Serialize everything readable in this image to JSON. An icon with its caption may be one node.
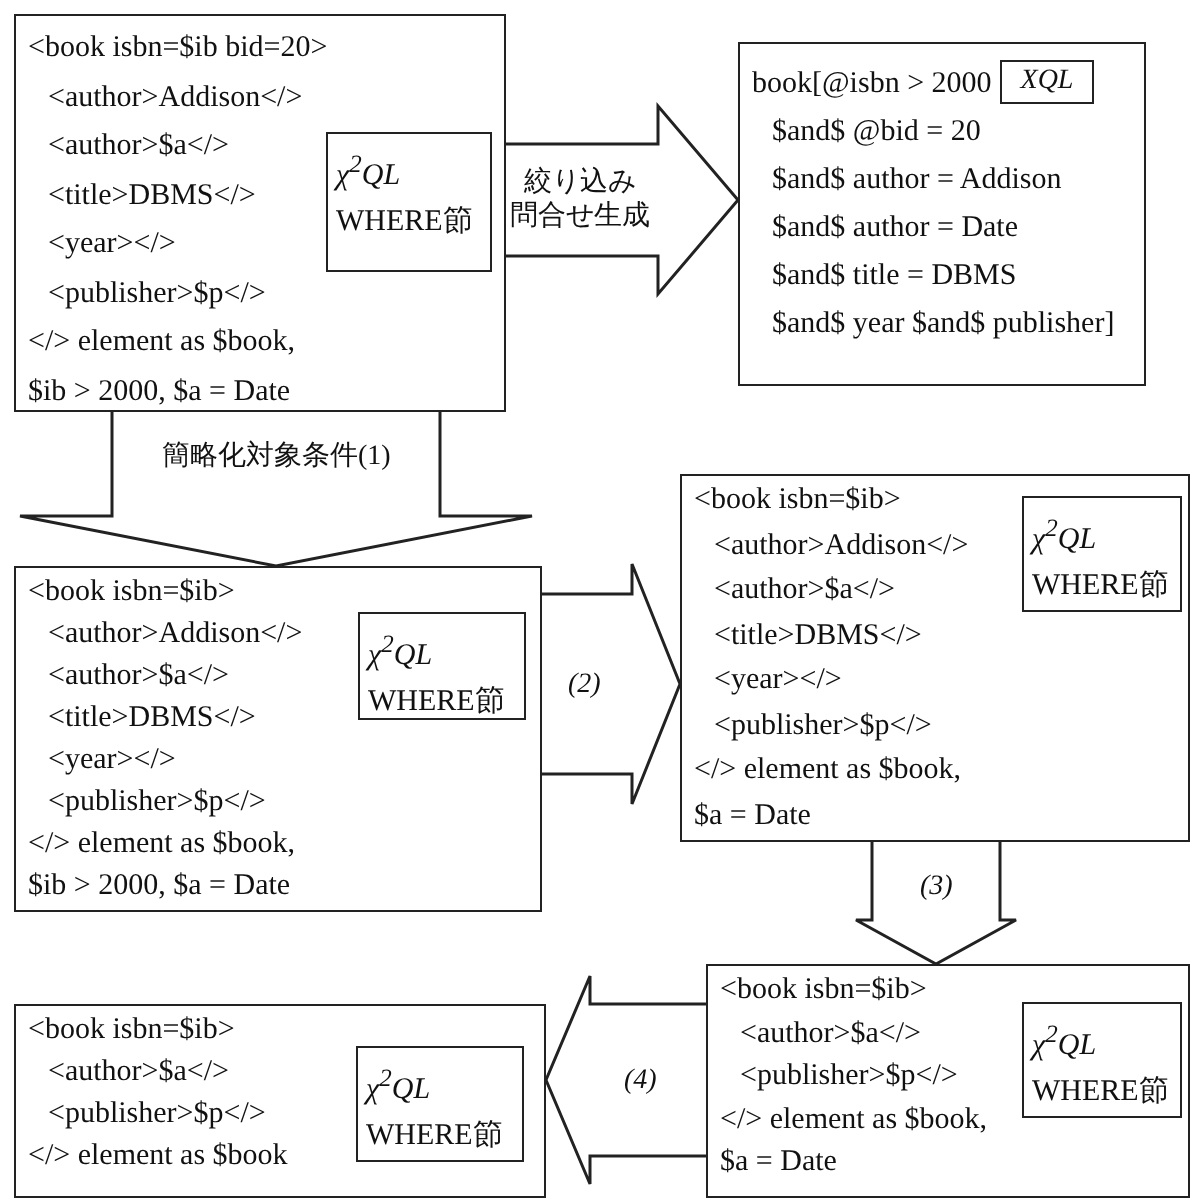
{
  "diagram": {
    "nodes": [
      {
        "text": [
          "<book isbn=$ib bid=20>",
          "<author>Addison</>",
          "<author>$a</>",
          "<title>DBMS</>",
          "<year></>",
          "<publisher>$p</>",
          "</> element as $book,",
          "$ib > 2000, $a = Date"
        ]
      },
      {
        "text": [
          "χ$^{2}$QL",
          "WHERE節"
        ],
        "in": 0
      },
      {
        "text": [
          "book[@isbn > 2000",
          "$and$ @bid = 20",
          "$and$ author = Addison",
          "$and$ author = Date",
          "$and$ title = DBMS",
          "$and$ year $and$ publisher]"
        ]
      },
      {
        "text": [
          "XQL"
        ],
        "in": 2
      },
      {
        "text": [
          "<book isbn=$ib>",
          "<author>Addison</>",
          "<author>$a</>",
          "<title>DBMS</>",
          "<year></>",
          "<publisher>$p</>",
          "</> element as $book,",
          "$ib > 2000, $a = Date"
        ]
      },
      {
        "text": [
          "χ$^{2}$QL",
          "WHERE節"
        ],
        "in": 4
      },
      {
        "text": [
          "<book isbn=$ib>",
          "<author>Addison</>",
          "<author>$a</>",
          "<title>DBMS</>",
          "<year></>",
          "<publisher>$p</>",
          "</> element as $book,",
          "$a = Date"
        ]
      },
      {
        "text": [
          "χ$^{2}$QL",
          "WHERE節"
        ],
        "in": 6
      },
      {
        "text": [
          "<book isbn=$ib>",
          "<author>$a</>",
          "<publisher>$p</>",
          "</> element as $book,",
          "$a = Date"
        ]
      },
      {
        "text": [
          "χ$^{2}$QL",
          "WHERE節"
        ],
        "in": 8
      },
      {
        "text": [
          "<book isbn=$ib>",
          "<author>$a</>",
          "<publisher>$p</>",
          "</> element as $book"
        ]
      },
      {
        "text": [
          "χ$^{2}$QL",
          "WHERE節"
        ],
        "in": 10
      }
    ],
    "edges": [
      {
        "from": 0,
        "to": 2,
        "arrow": "to",
        "label": "絞り込み問合せ生成"
      },
      {
        "from": 0,
        "to": 4,
        "arrow": "to",
        "label": "簡略化対象条件(1)"
      },
      {
        "from": 4,
        "to": 6,
        "arrow": "to",
        "label": "(2)"
      },
      {
        "from": 6,
        "to": 8,
        "arrow": "to",
        "label": "(3)"
      },
      {
        "from": 8,
        "to": 10,
        "arrow": "to",
        "label": "(4)"
      }
    ]
  }
}
